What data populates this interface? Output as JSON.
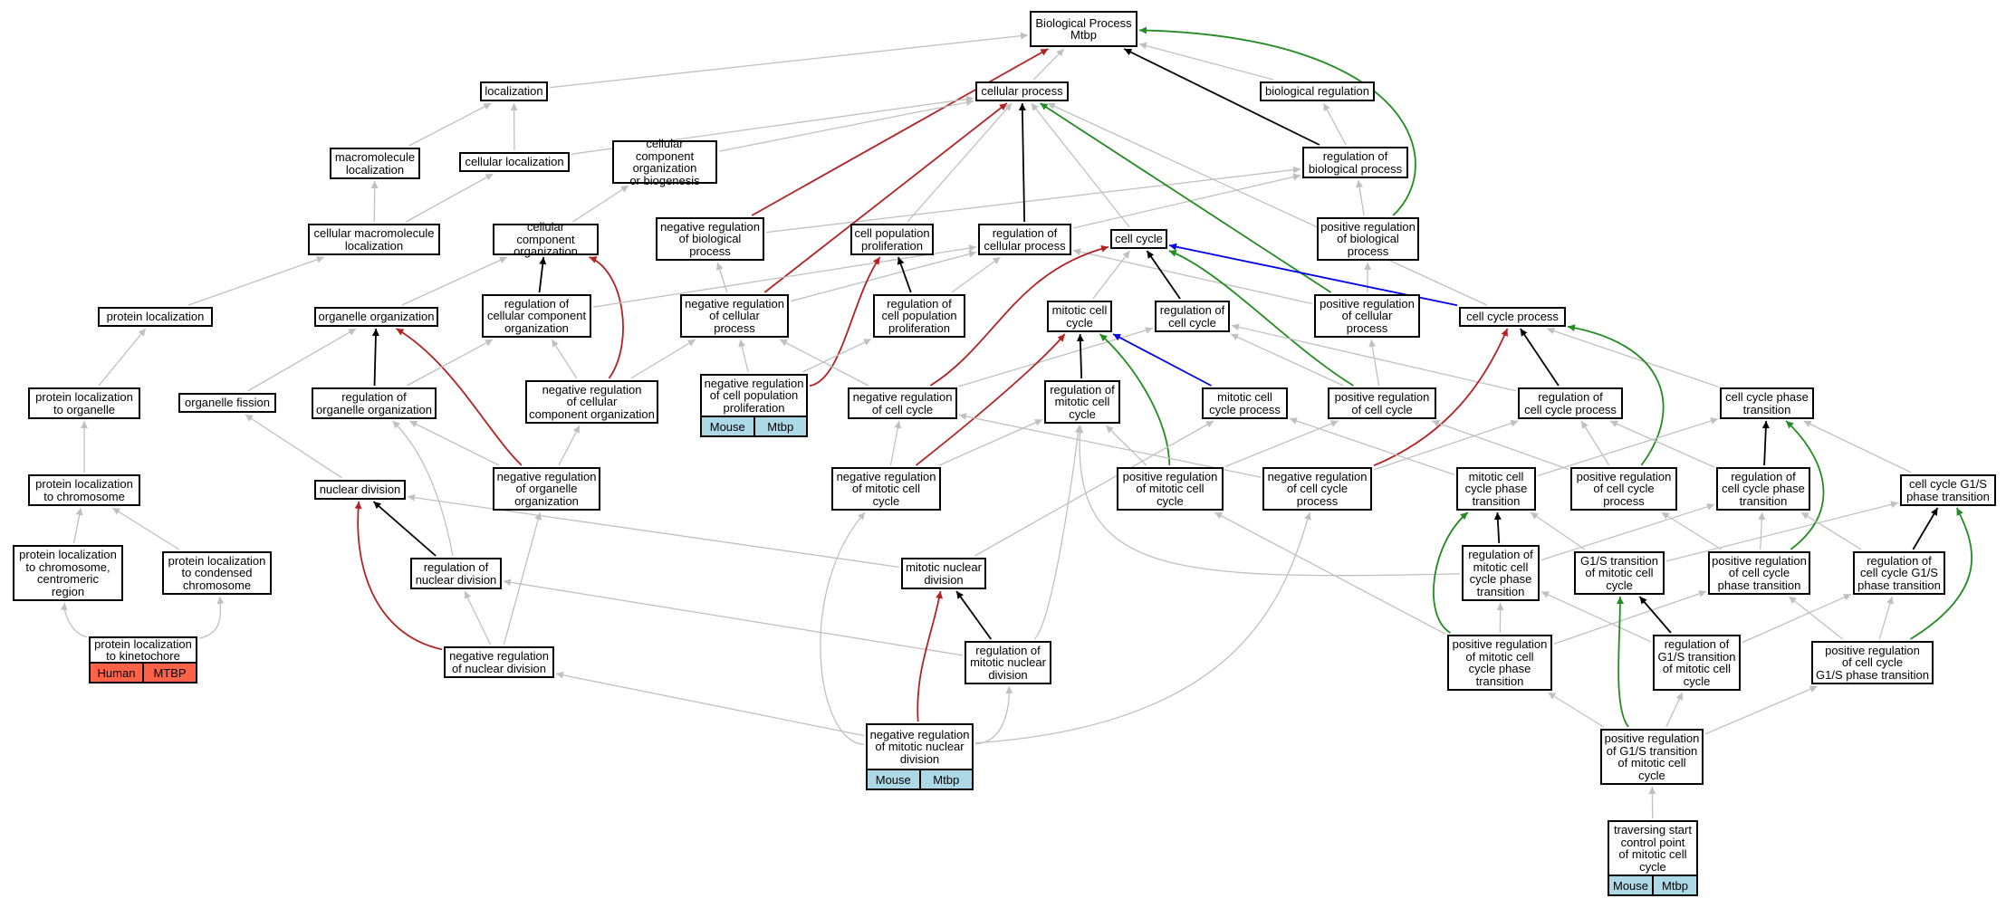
{
  "diagram": {
    "colors": {
      "is_a": "#c0c0c0",
      "part_of": "#000000",
      "regulates": "#000000",
      "negatively_regulates": "#b22222",
      "positively_regulates": "#228b22",
      "occurs_in": "#0000ee",
      "mouse_tag": "#add8e6",
      "human_tag": "#ff6347"
    },
    "nodes": [
      {
        "id": "bp",
        "label": "Biological Process\nMtbp"
      },
      {
        "id": "localization",
        "label": "localization"
      },
      {
        "id": "cellular_process",
        "label": "cellular process"
      },
      {
        "id": "biological_regulation",
        "label": "biological regulation"
      },
      {
        "id": "macromolecule_localization",
        "label": "macromolecule\nlocalization"
      },
      {
        "id": "cellular_localization",
        "label": "cellular localization"
      },
      {
        "id": "cc_org_biogenesis",
        "label": "cellular component\norganization\nor biogenesis"
      },
      {
        "id": "reg_biological_process",
        "label": "regulation of\nbiological process"
      },
      {
        "id": "cellular_macromolecule_localization",
        "label": "cellular macromolecule\nlocalization"
      },
      {
        "id": "cc_organization",
        "label": "cellular component\norganization"
      },
      {
        "id": "neg_reg_biological_process",
        "label": "negative regulation\nof biological\nprocess"
      },
      {
        "id": "cell_pop_proliferation",
        "label": "cell population\nproliferation"
      },
      {
        "id": "reg_cellular_process",
        "label": "regulation of\ncellular process"
      },
      {
        "id": "cell_cycle",
        "label": "cell cycle"
      },
      {
        "id": "pos_reg_biological_process",
        "label": "positive regulation\nof biological\nprocess"
      },
      {
        "id": "protein_localization",
        "label": "protein localization"
      },
      {
        "id": "organelle_organization",
        "label": "organelle organization"
      },
      {
        "id": "reg_cc_organization",
        "label": "regulation of\ncellular component\norganization"
      },
      {
        "id": "neg_reg_cellular_process",
        "label": "negative regulation\nof cellular\nprocess"
      },
      {
        "id": "reg_cell_pop_proliferation",
        "label": "regulation of\ncell population\nproliferation"
      },
      {
        "id": "mitotic_cell_cycle",
        "label": "mitotic cell\ncycle"
      },
      {
        "id": "reg_cell_cycle",
        "label": "regulation of\ncell cycle"
      },
      {
        "id": "pos_reg_cellular_process",
        "label": "positive regulation\nof cellular\nprocess"
      },
      {
        "id": "cell_cycle_process",
        "label": "cell cycle process"
      },
      {
        "id": "protein_loc_organelle",
        "label": "protein localization\nto organelle"
      },
      {
        "id": "organelle_fission",
        "label": "organelle fission"
      },
      {
        "id": "reg_organelle_organization",
        "label": "regulation of\norganelle organization"
      },
      {
        "id": "neg_reg_cc_organization",
        "label": "negative regulation\nof cellular\ncomponent organization"
      },
      {
        "id": "neg_reg_cell_pop_proliferation",
        "label": "negative regulation\nof cell population\nproliferation"
      },
      {
        "id": "neg_reg_cell_cycle",
        "label": "negative regulation\nof cell cycle"
      },
      {
        "id": "reg_mitotic_cell_cycle",
        "label": "regulation of\nmitotic cell\ncycle"
      },
      {
        "id": "mitotic_cell_cycle_process",
        "label": "mitotic cell\ncycle process"
      },
      {
        "id": "pos_reg_cell_cycle",
        "label": "positive regulation\nof cell cycle"
      },
      {
        "id": "reg_cell_cycle_process",
        "label": "regulation of\ncell cycle process"
      },
      {
        "id": "cell_cycle_phase_transition",
        "label": "cell cycle phase\ntransition"
      },
      {
        "id": "protein_loc_chromosome",
        "label": "protein localization\nto chromosome"
      },
      {
        "id": "nuclear_division",
        "label": "nuclear division"
      },
      {
        "id": "neg_reg_organelle_organization",
        "label": "negative regulation\nof organelle\norganization"
      },
      {
        "id": "neg_reg_mitotic_cell_cycle",
        "label": "negative regulation\nof mitotic cell\ncycle"
      },
      {
        "id": "pos_reg_mitotic_cell_cycle",
        "label": "positive regulation\nof mitotic cell\ncycle"
      },
      {
        "id": "neg_reg_cell_cycle_process",
        "label": "negative regulation\nof cell cycle\nprocess"
      },
      {
        "id": "mitotic_cc_phase_transition",
        "label": "mitotic cell\ncycle phase\ntransition"
      },
      {
        "id": "pos_reg_cell_cycle_process",
        "label": "positive regulation\nof cell cycle\nprocess"
      },
      {
        "id": "reg_cc_phase_transition",
        "label": "regulation of\ncell cycle phase\ntransition"
      },
      {
        "id": "cc_g1s_phase_transition",
        "label": "cell cycle G1/S\nphase transition"
      },
      {
        "id": "protein_loc_centromeric",
        "label": "protein localization\nto chromosome,\ncentromeric\nregion"
      },
      {
        "id": "protein_loc_condensed",
        "label": "protein localization\nto condensed\nchromosome"
      },
      {
        "id": "reg_nuclear_division",
        "label": "regulation of\nnuclear division"
      },
      {
        "id": "mitotic_nuclear_division",
        "label": "mitotic nuclear\ndivision"
      },
      {
        "id": "reg_mitotic_cc_phase_transition",
        "label": "regulation of\nmitotic cell\ncycle phase\ntransition"
      },
      {
        "id": "g1s_mitotic",
        "label": "G1/S transition\nof mitotic cell\ncycle"
      },
      {
        "id": "pos_reg_cc_phase_transition",
        "label": "positive regulation\nof cell cycle\nphase transition"
      },
      {
        "id": "reg_cc_g1s",
        "label": "regulation of\ncell cycle G1/S\nphase transition"
      },
      {
        "id": "protein_loc_kinetochore",
        "label": "protein localization\nto kinetochore"
      },
      {
        "id": "neg_reg_nuclear_division",
        "label": "negative regulation\nof nuclear division"
      },
      {
        "id": "reg_mitotic_nuclear_division",
        "label": "regulation of\nmitotic nuclear\ndivision"
      },
      {
        "id": "pos_reg_mitotic_cc_phase_transition",
        "label": "positive regulation\nof mitotic cell\ncycle phase\ntransition"
      },
      {
        "id": "reg_g1s_mitotic",
        "label": "regulation of\nG1/S transition\nof mitotic cell\ncycle"
      },
      {
        "id": "pos_reg_cc_g1s",
        "label": "positive regulation\nof cell cycle\nG1/S phase transition"
      },
      {
        "id": "neg_reg_mitotic_nuclear_division",
        "label": "negative regulation\nof mitotic nuclear\ndivision"
      },
      {
        "id": "pos_reg_g1s_mitotic",
        "label": "positive regulation\nof G1/S transition\nof mitotic cell\ncycle"
      },
      {
        "id": "traversing_start",
        "label": "traversing start\ncontrol point\nof mitotic cell\ncycle"
      }
    ],
    "annotations": [
      {
        "node": "neg_reg_cell_pop_proliferation",
        "species": "Mouse",
        "gene": "Mtbp",
        "color": "#add8e6"
      },
      {
        "node": "neg_reg_mitotic_nuclear_division",
        "species": "Mouse",
        "gene": "Mtbp",
        "color": "#add8e6"
      },
      {
        "node": "traversing_start",
        "species": "Mouse",
        "gene": "Mtbp",
        "color": "#add8e6"
      },
      {
        "node": "protein_loc_kinetochore",
        "species": "Human",
        "gene": "MTBP",
        "color": "#ff6347"
      }
    ]
  }
}
